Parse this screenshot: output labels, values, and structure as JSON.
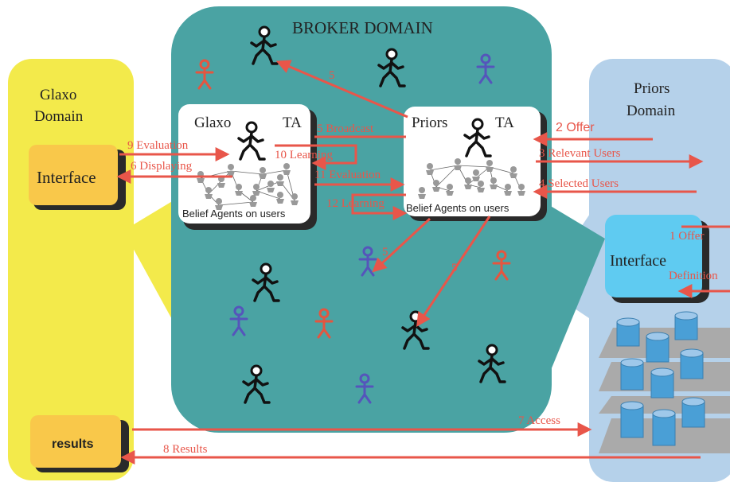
{
  "broker": {
    "title": "BROKER DOMAIN"
  },
  "glaxo": {
    "title_line1": "Glaxo",
    "title_line2": "Domain",
    "interface_label": "Interface",
    "results_label": "results"
  },
  "priors": {
    "title_line1": "Priors",
    "title_line2": "Domain",
    "interface_label": "Interface"
  },
  "glaxo_ta": {
    "name": "Glaxo",
    "ta": "TA",
    "belief": "Belief Agents on users"
  },
  "priors_ta": {
    "name": "Priors",
    "ta": "TA",
    "belief": "Belief Agents on users"
  },
  "arrows": {
    "offer": "2 Offer",
    "relevant": "3 Relevant Users",
    "selected": "4 Selected Users",
    "broadcast": "5 Broadcast",
    "five": "5",
    "learning10": "10 Learning",
    "evaluation11": "11 Evaluation",
    "learning12": "12 Learning",
    "evaluation9": "9 Evaluation",
    "displaying6": "6 Displaying",
    "access7": "7 Access",
    "results8": "8 Results",
    "offer1": "1 Offer",
    "definition": "Definition"
  },
  "colors": {
    "yellow": "#f3ea4b",
    "teal": "#4aa3a3",
    "lightblue": "#b5d1ea",
    "orange": "#f9c84a",
    "cyan": "#5fcbf1",
    "red": "#e8564a",
    "agent_red": "#e5553f",
    "agent_blue": "#5555bb"
  }
}
